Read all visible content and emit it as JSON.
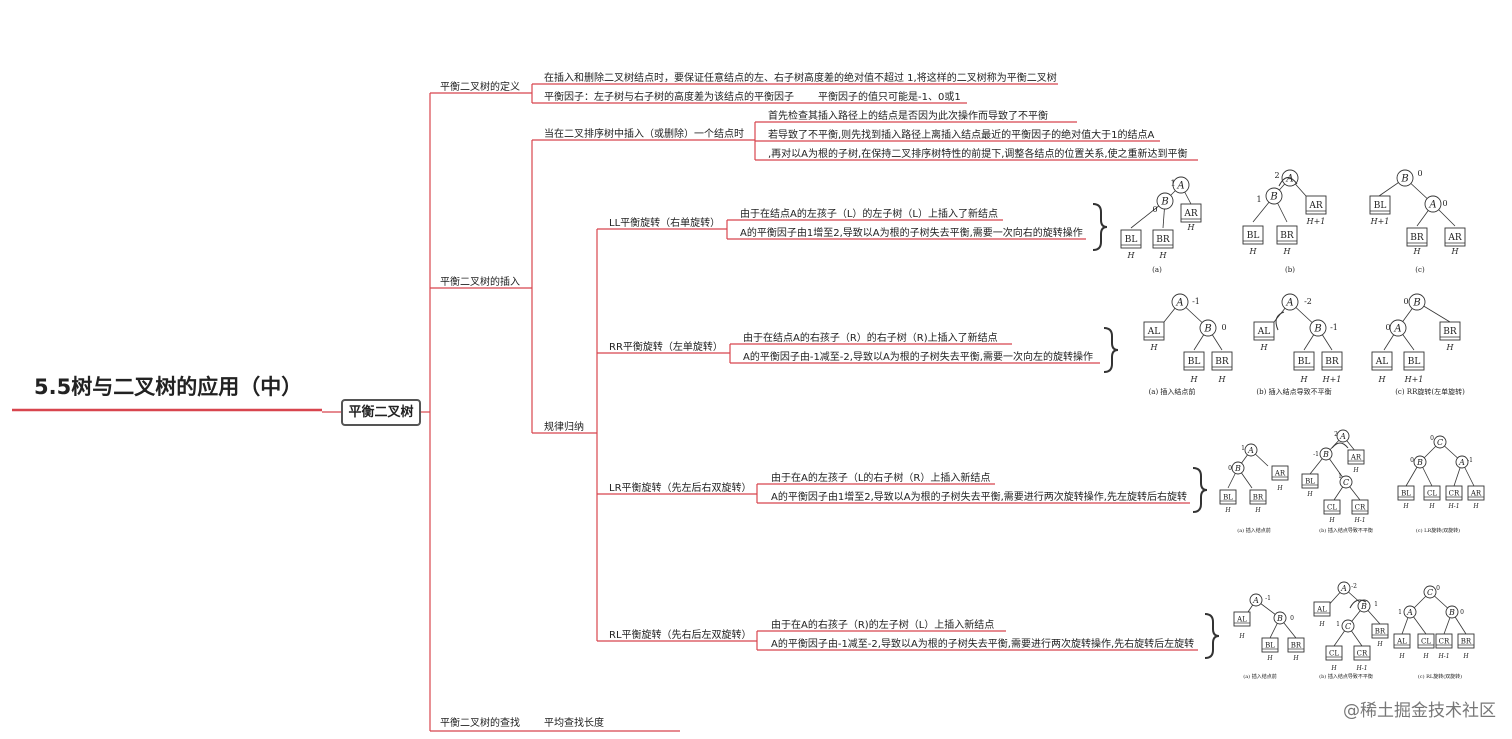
{
  "title": "5.5树与二叉树的应用（中）",
  "center_topic": "平衡二叉树",
  "definition": {
    "label": "平衡二叉树的定义",
    "line1": "在插入和删除二叉树结点时，要保证任意结点的左、右子树高度差的绝对值不超过 1,将这样的二叉树称为平衡二叉树",
    "line2": "平衡因子：左子树与右子树的高度差为该结点的平衡因子",
    "line2b": "平衡因子的值只可能是-1、0或1"
  },
  "insertion": {
    "label": "平衡二叉树的插入",
    "when_label": "当在二叉排序树中插入（或删除）一个结点时",
    "when_items": [
      "首先检查其插入路径上的结点是否因为此次操作而导致了不平衡",
      "若导致了不平衡,则先找到插入路径上离插入结点最近的平衡因子的绝对值大于1的结点A",
      ",再对以A为根的子树,在保持二叉排序树特性的前提下,调整各结点的位置关系,使之重新达到平衡"
    ],
    "rules_label": "规律归纳",
    "rotations": [
      {
        "label": "LL平衡旋转（右单旋转）",
        "line1": "由于在结点A的左孩子（L）的左子树（L）上插入了新结点",
        "line2": "A的平衡因子由1增至2,导致以A为根的子树失去平衡,需要一次向右的旋转操作"
      },
      {
        "label": "RR平衡旋转（左单旋转）",
        "line1": "由于在结点A的右孩子（R）的右子树（R)上插入了新结点",
        "line2": "A的平衡因子由-1减至-2,导致以A为根的子树失去平衡,需要一次向左的旋转操作"
      },
      {
        "label": "LR平衡旋转（先左后右双旋转）",
        "line1": "由于在A的左孩子（L的右子树（R）上插入新结点",
        "line2": "A的平衡因子由1增至2,导致以A为根的子树失去平衡,需要进行两次旋转操作,先左旋转后右旋转"
      },
      {
        "label": "RL平衡旋转（先右后左双旋转）",
        "line1": "由于在A的右孩子（R)的左子树（L）上插入新结点",
        "line2": "A的平衡因子由-1减至-2,导致以A为根的子树失去平衡,需要进行两次旋转操作,先右旋转后左旋转"
      }
    ]
  },
  "search": {
    "label": "平衡二叉树的查找",
    "item": "平均查找长度"
  },
  "figures": {
    "ll": {
      "captions": [
        "(a)",
        "(b)",
        "(c)"
      ],
      "node_labels": [
        "A",
        "B",
        "AR",
        "BL",
        "BR"
      ],
      "factors": [
        "1",
        "0",
        "2",
        "1",
        "0",
        "0"
      ],
      "heights": [
        "H",
        "H",
        "H",
        "H+1",
        "H",
        "H",
        "H+1",
        "H",
        "H"
      ]
    },
    "rr": {
      "captions": [
        "(a) 插入结点前",
        "(b) 插入结点导致不平衡",
        "(c) RR旋转(左单旋转)"
      ],
      "node_labels": [
        "A",
        "B",
        "AL",
        "BL",
        "BR"
      ],
      "factors": [
        "-1",
        "0",
        "-2",
        "-1",
        "0",
        "0"
      ],
      "heights": [
        "H",
        "H",
        "H",
        "H",
        "H",
        "H+1",
        "H",
        "H",
        "H+1"
      ]
    },
    "lr": {
      "captions": [
        "(a) 插入结点前",
        "(b) 插入结点导致不平衡",
        "(c) LR旋转(双旋转)"
      ],
      "node_labels": [
        "A",
        "B",
        "C",
        "AR",
        "BL",
        "BR",
        "CL",
        "CR"
      ],
      "factors": [
        "1",
        "0",
        "2",
        "-1",
        "1",
        "0",
        "0",
        "-1"
      ],
      "heights": [
        "H",
        "H",
        "H",
        "H",
        "H",
        "H",
        "H-1",
        "H",
        "H",
        "H-1",
        "H"
      ]
    },
    "rl": {
      "captions": [
        "(a) 插入结点前",
        "(b) 插入结点导致不平衡",
        "(c) RL旋转(双旋转)"
      ],
      "node_labels": [
        "A",
        "B",
        "C",
        "AL",
        "BL",
        "BR",
        "CL",
        "CR"
      ],
      "factors": [
        "-1",
        "0",
        "-2",
        "1",
        "1",
        "0",
        "1",
        "0"
      ],
      "heights": [
        "H",
        "H",
        "H",
        "H",
        "H",
        "H",
        "H-1",
        "H",
        "H",
        "H-1",
        "H"
      ]
    }
  },
  "watermark": "@稀土掘金技术社区",
  "colors": {
    "connector": "#d8454e",
    "root_underline": "#d8454e",
    "text": "#222222"
  }
}
